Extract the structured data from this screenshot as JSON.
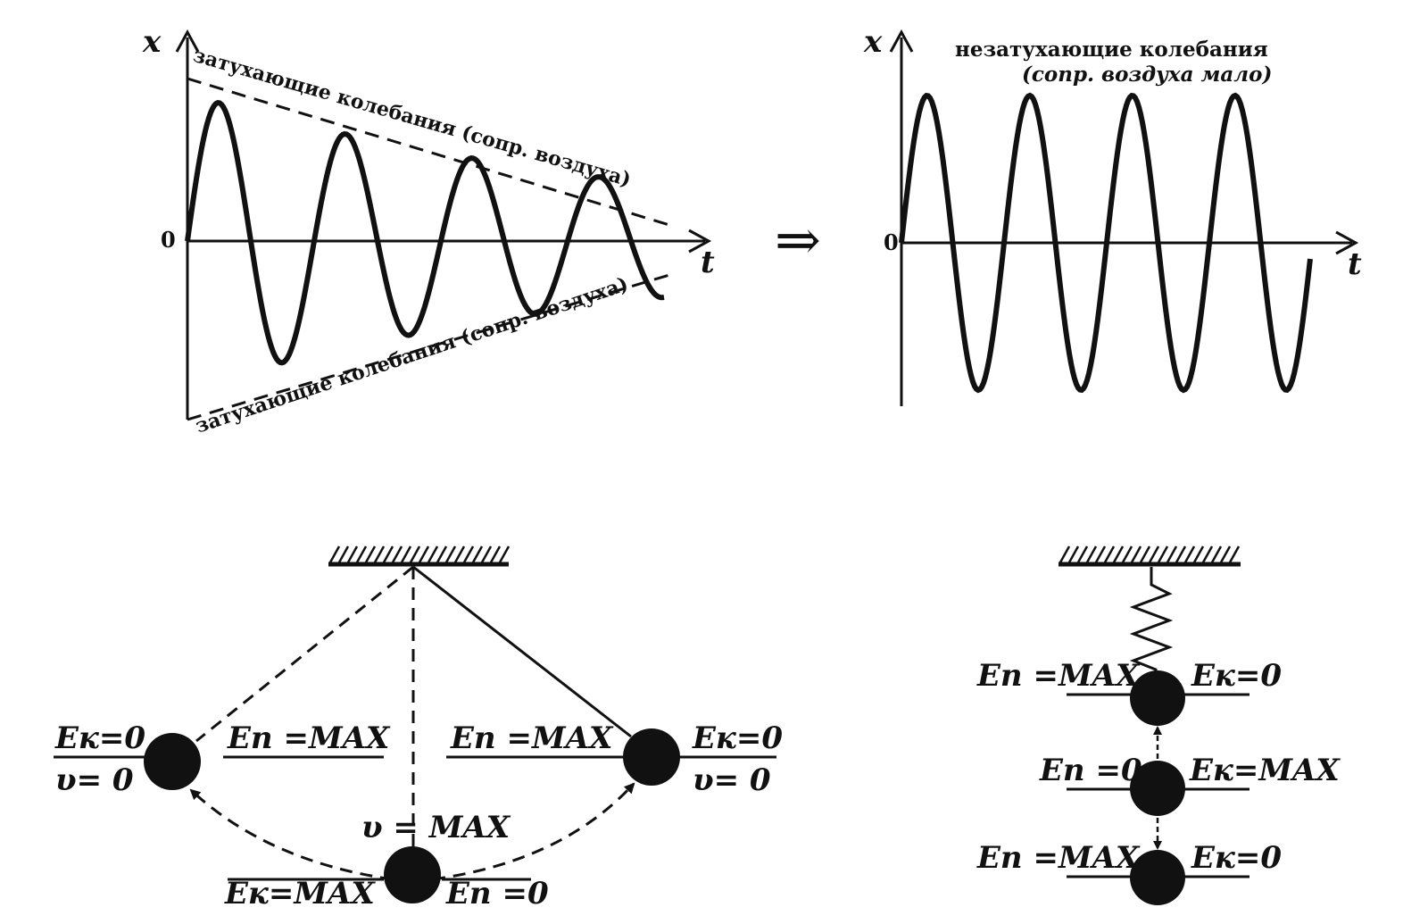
{
  "damped_graph": {
    "axis_y": "x",
    "axis_x": "t",
    "origin": "0",
    "envelope_label_top": "затухающие колебания (сопр. воздуха)",
    "envelope_label_bottom": "затухающие колебания (сопр. воздуха)"
  },
  "implies_symbol": "⇒",
  "undamped_graph": {
    "axis_y": "x",
    "axis_x": "t",
    "origin": "0",
    "title": "незатухающие колебания",
    "subtitle": "(сопр. воздуха мало)"
  },
  "pendulum": {
    "left": {
      "ek": "Eк=0",
      "v": "υ= 0",
      "ep": "Eп =MAX"
    },
    "right": {
      "ep": "Eп =MAX",
      "ek": "Eк=0",
      "v": "υ= 0"
    },
    "bottom": {
      "v": "υ = MAX",
      "ek": "Eк=MAX",
      "ep": "Eп =0"
    }
  },
  "spring": {
    "top": {
      "ep": "Eп =MAX",
      "ek": "Eк=0"
    },
    "middle": {
      "ep": "Eп =0",
      "ek": "Eк=MAX"
    },
    "bottom": {
      "ep": "Eп =MAX",
      "ek": "Eк=0"
    }
  },
  "colors": {
    "ink": "#111111",
    "background": "#ffffff"
  }
}
